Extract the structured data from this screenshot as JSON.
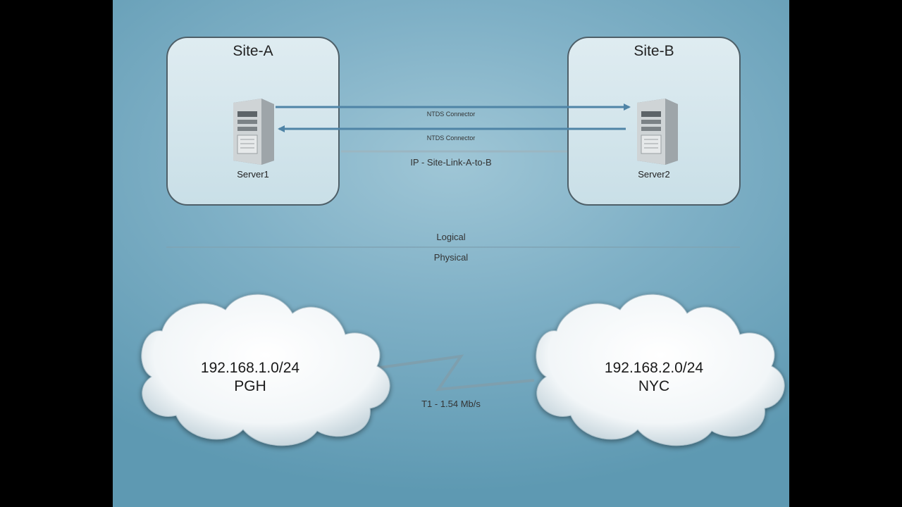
{
  "logical": {
    "site_a": {
      "title": "Site-A",
      "server": "Server1"
    },
    "site_b": {
      "title": "Site-B",
      "server": "Server2"
    },
    "connector_top": "NTDS Connector",
    "connector_bottom": "NTDS Connector",
    "site_link": "IP - Site-Link-A-to-B"
  },
  "divider": {
    "upper": "Logical",
    "lower": "Physical"
  },
  "physical": {
    "left_cloud": {
      "subnet": "192.168.1.0/24",
      "city": "PGH"
    },
    "right_cloud": {
      "subnet": "192.168.2.0/24",
      "city": "NYC"
    },
    "wan_link": "T1 - 1.54 Mb/s"
  },
  "colors": {
    "connector": "#4f84a6",
    "site_link": "#9bb6c2",
    "box_border": "#4e5f68"
  }
}
